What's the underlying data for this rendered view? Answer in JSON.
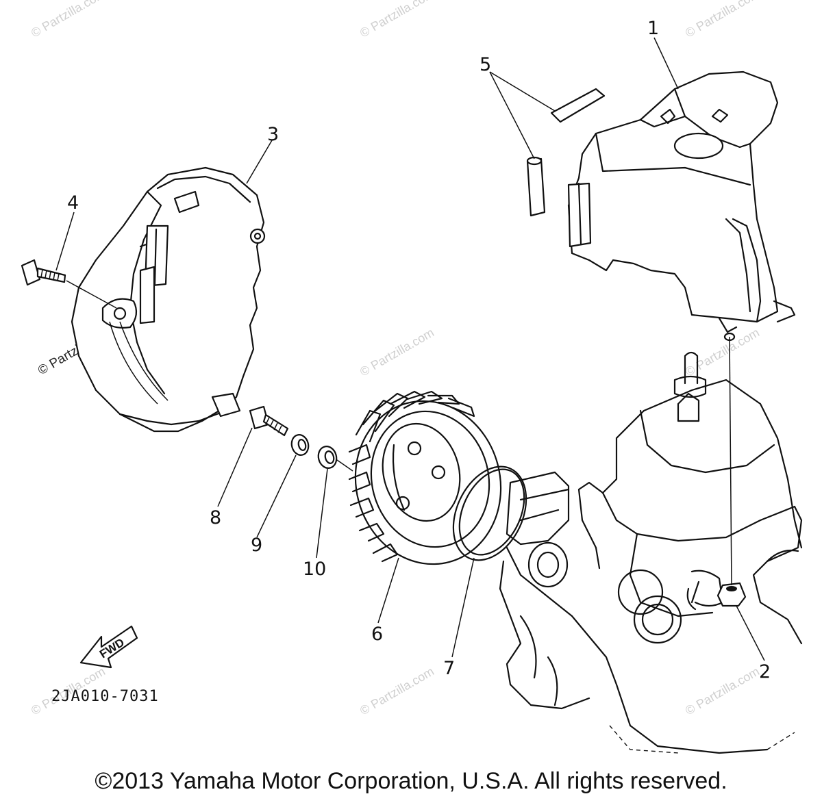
{
  "diagram": {
    "callouts": {
      "c1": "1",
      "c2": "2",
      "c3": "3",
      "c4": "4",
      "c5": "5",
      "c6": "6",
      "c7": "7",
      "c8": "8",
      "c9": "9",
      "c10": "10"
    },
    "part_code": "2JA010-7031",
    "fwd_label": "FWD"
  },
  "watermark": "© Partzilla.com",
  "copyright": "©2013 Yamaha Motor Corporation, U.S.A. All rights reserved."
}
